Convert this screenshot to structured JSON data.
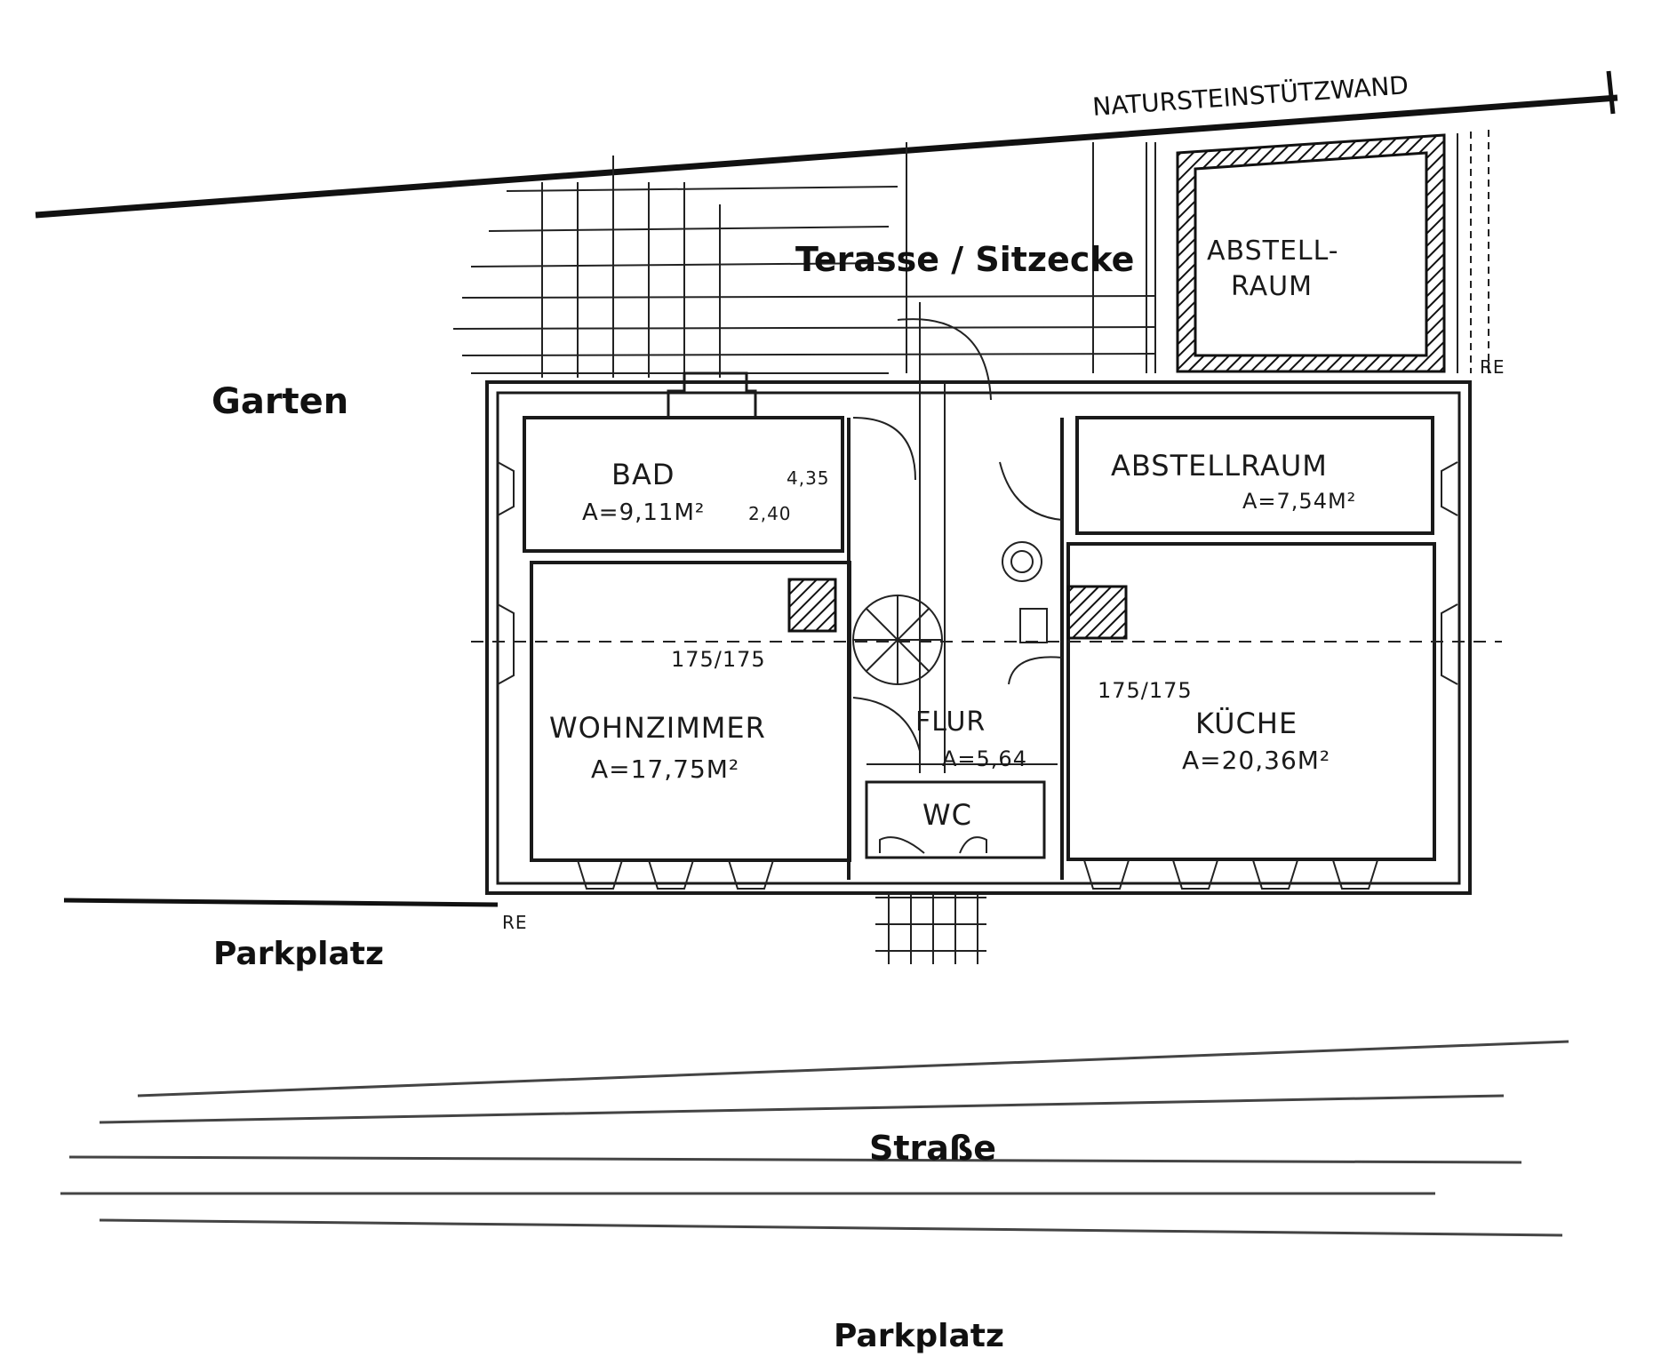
{
  "labels": {
    "retaining_wall": "NATURSTEINSTÜTZWAND",
    "terrace": "Terasse / Sitzecke",
    "storage_top_line1": "ABSTELL-",
    "storage_top_line2": "RAUM",
    "garden": "Garten",
    "parking_1": "Parkplatz",
    "street": "Straße",
    "parking_2": "Parkplatz"
  },
  "rooms": {
    "bath": {
      "name": "BAD",
      "area": "A=9,11M²"
    },
    "bath_height": "4,35",
    "bath_extra": "2,40",
    "storage": {
      "name": "ABSTELLRAUM",
      "area": "A=7,54M²"
    },
    "living": {
      "name": "WOHNZIMMER",
      "area": "A=17,75M²",
      "window": "175/175"
    },
    "kitchen": {
      "name": "KÜCHE",
      "area": "A=20,36M²",
      "window": "175/175"
    },
    "hall": {
      "name": "FLUR",
      "area": "A=5,64"
    },
    "wc": {
      "name": "WC"
    }
  },
  "marks": {
    "corner_left": "RE",
    "corner_right": "RE"
  }
}
